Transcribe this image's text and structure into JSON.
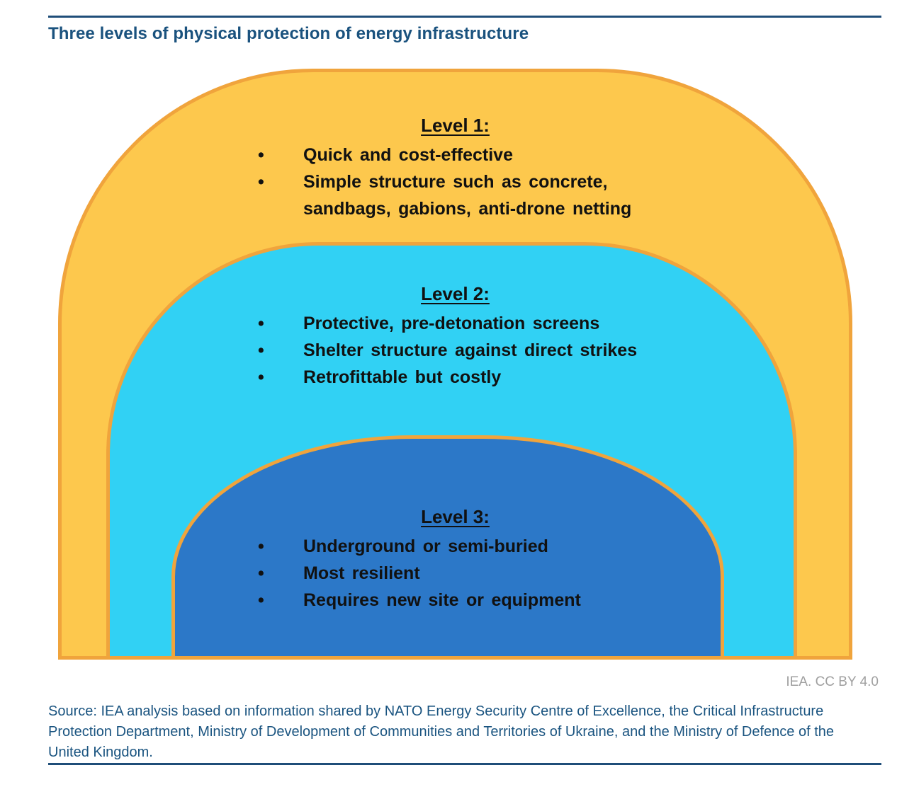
{
  "title": "Three levels of physical protection of energy infrastructure",
  "credit": "IEA. CC BY 4.0",
  "source": "Source: IEA analysis based on information shared by NATO Energy Security Centre of Excellence, the Critical Infrastructure Protection Department, Ministry of Development of Communities and Territories of Ukraine, and the Ministry of Defence of the United Kingdom.",
  "levels": [
    {
      "heading": "Level 1:",
      "bullets": [
        "Quick and cost-effective",
        "Simple structure such as concrete, sandbags, gabions, anti-drone netting"
      ]
    },
    {
      "heading": "Level 2:",
      "bullets": [
        "Protective, pre-detonation screens",
        "Shelter structure against direct strikes",
        "Retrofittable but costly"
      ]
    },
    {
      "heading": "Level 3:",
      "bullets": [
        "Underground or semi-buried",
        "Most resilient",
        "Requires new site or equipment"
      ]
    }
  ],
  "colors": {
    "level1_fill": "#FDC84D",
    "level2_fill": "#31D1F4",
    "level3_fill": "#2C78C8",
    "arch_border": "#F0A43C",
    "rule": "#1F4E79",
    "title_text": "#1A527E",
    "source_text": "#1A5480",
    "credit_text": "#A0A0A0",
    "bullet_text": "#111111"
  }
}
